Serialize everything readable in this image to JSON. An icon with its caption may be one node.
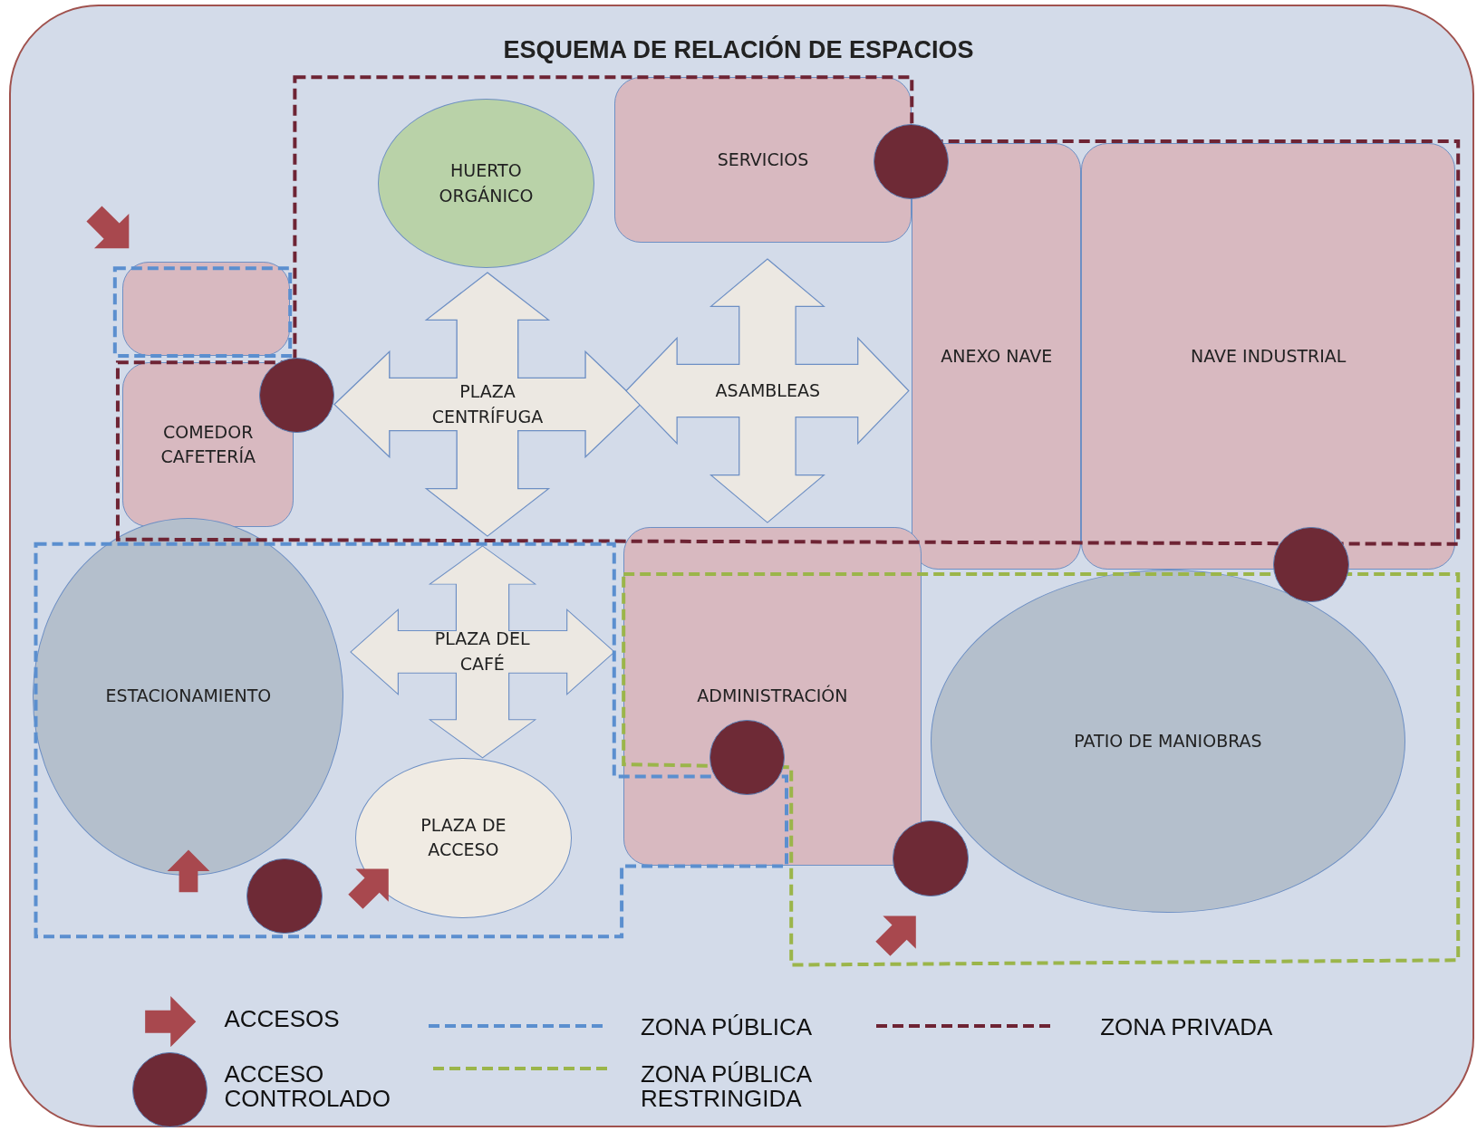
{
  "diagram": {
    "title": "ESQUEMA DE RELACIÓN DE ESPACIOS",
    "nodes": [
      {
        "text": [
          "SERVICIOS"
        ]
      },
      {
        "text": [
          "HUERTO ORGÁNICO"
        ]
      },
      {
        "text": [],
        "shape": "box"
      },
      {
        "text": [
          "PLAZA CENTRÍFUGA"
        ]
      },
      {
        "text": [
          "ASAMBLEAS"
        ]
      },
      {
        "text": [
          "ANEXO NAVE"
        ]
      },
      {
        "text": [
          "NAVE INDUSTRIAL"
        ]
      },
      {
        "text": [
          "COMEDOR CAFETERÍA"
        ]
      },
      {
        "text": [
          "ESTACIONAMIENTO"
        ]
      },
      {
        "text": [
          "PLAZA DEL CAFÉ"
        ]
      },
      {
        "text": [
          "ADMINISTRACIÓN"
        ]
      },
      {
        "text": [
          "PATIO DE MANIOBRAS"
        ]
      },
      {
        "text": [
          "PLAZA DE ACCESO"
        ]
      }
    ],
    "legend": [
      {
        "text": "ACCESOS"
      },
      {
        "text": "ZONA PÚBLICA"
      },
      {
        "text": "ZONA PRIVADA"
      },
      {
        "text": "ACCESO CONTROLADO"
      },
      {
        "text": "ZONA PÚBLICA RESTRINGIDA"
      }
    ]
  }
}
